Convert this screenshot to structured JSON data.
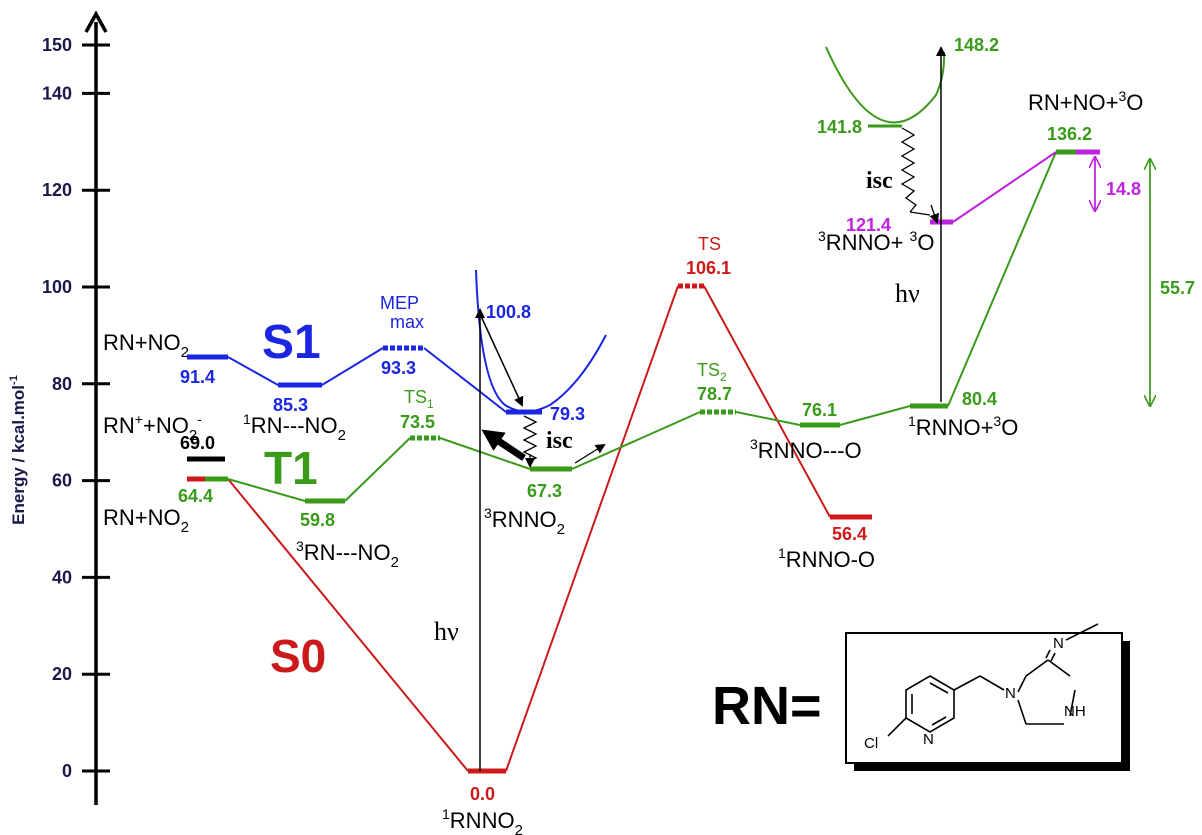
{
  "axis": {
    "ylabel": "Energy / kcal.mol",
    "ylabel_sup": "-1",
    "ticks": [
      0,
      20,
      40,
      60,
      80,
      100,
      120,
      140,
      150
    ],
    "range": [
      0,
      150
    ]
  },
  "colors": {
    "s0": "#cc1a1a",
    "s1": "#1a26e0",
    "t1": "#3a9a1a",
    "mag": "#c020e0",
    "black": "#000000",
    "axisText": "#1a1a4a"
  },
  "states": {
    "s0": "S0",
    "s1": "S1",
    "t1": "T1"
  },
  "labels": {
    "rn_no2_s1": {
      "main": "RN+NO",
      "sub": "2"
    },
    "rn_no2_bottom": {
      "main": "RN+NO",
      "sub": "2"
    },
    "ion_pair": {
      "a": "RN",
      "b": "+",
      "c": "+NO",
      "d": "2",
      "e": "-"
    },
    "rn_no2_1": {
      "sup": "1",
      "main": "RN---NO",
      "sub": "2"
    },
    "rn_no2_3": {
      "sup": "3",
      "main": "RN---NO",
      "sub": "2"
    },
    "rnno2_3": {
      "sup": "3",
      "main": "RNNO",
      "sub": "2"
    },
    "rnno2_1": {
      "sup": "1",
      "main": "RNNO",
      "sub": "2"
    },
    "rnno_o_3": {
      "sup": "3",
      "main": "RNNO---O"
    },
    "rnno_o_1": {
      "sup": "1",
      "main": "RNNO-O"
    },
    "rnno_3o": {
      "sup1": "1",
      "main": "RNNO+",
      "sup2": "3",
      "tail": "O"
    },
    "rnno3_3o": {
      "sup1": "3",
      "main": "RNNO+ ",
      "sup2": "3",
      "tail": "O"
    },
    "rn_no_3o": {
      "main": "RN+NO+",
      "sup": "3",
      "tail": "O"
    },
    "mep": "MEP",
    "max": "max",
    "ts1": {
      "main": "TS",
      "sub": "1"
    },
    "ts2": {
      "main": "TS",
      "sub": "2"
    },
    "ts": "TS",
    "hv": "hν",
    "isc": "isc",
    "rn_eq": "RN="
  },
  "values": {
    "v91_4": "91.4",
    "v85_3": "85.3",
    "v93_3": "93.3",
    "v100_8": "100.8",
    "v79_3": "79.3",
    "v69_0": "69.0",
    "v64_4": "64.4",
    "v59_8": "59.8",
    "v73_5": "73.5",
    "v67_3": "67.3",
    "v0_0": "0.0",
    "v106_1": "106.1",
    "v78_7": "78.7",
    "v56_4": "56.4",
    "v76_1": "76.1",
    "v80_4": "80.4",
    "v148_2": "148.2",
    "v141_8": "141.8",
    "v121_4": "121.4",
    "v136_2": "136.2",
    "v14_8": "14.8",
    "v55_7": "55.7"
  },
  "structure": {
    "cl": "Cl",
    "n_ring": "N",
    "n1": "N",
    "n_imine": "N",
    "nh": "NH"
  }
}
